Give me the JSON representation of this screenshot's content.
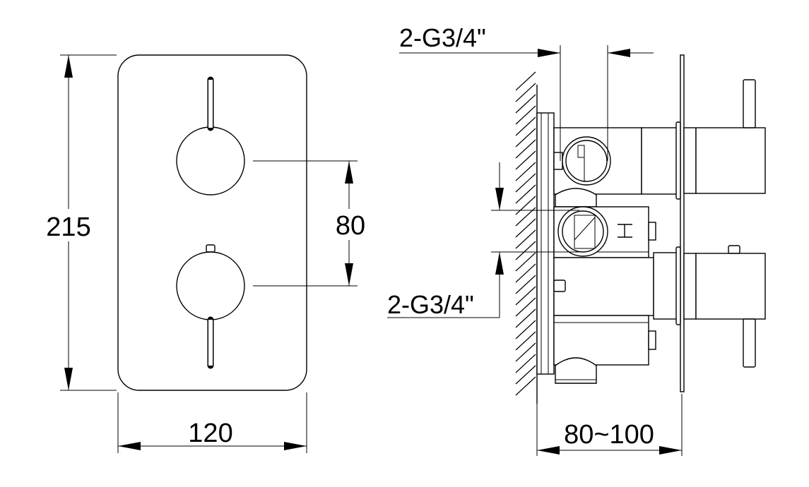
{
  "front_view": {
    "height_label": "215",
    "width_label": "120",
    "knob_spacing_label": "80"
  },
  "side_view": {
    "top_connection_label": "2-G3/4\"",
    "side_connection_label": "2-G3/4\"",
    "depth_label": "80~100"
  }
}
